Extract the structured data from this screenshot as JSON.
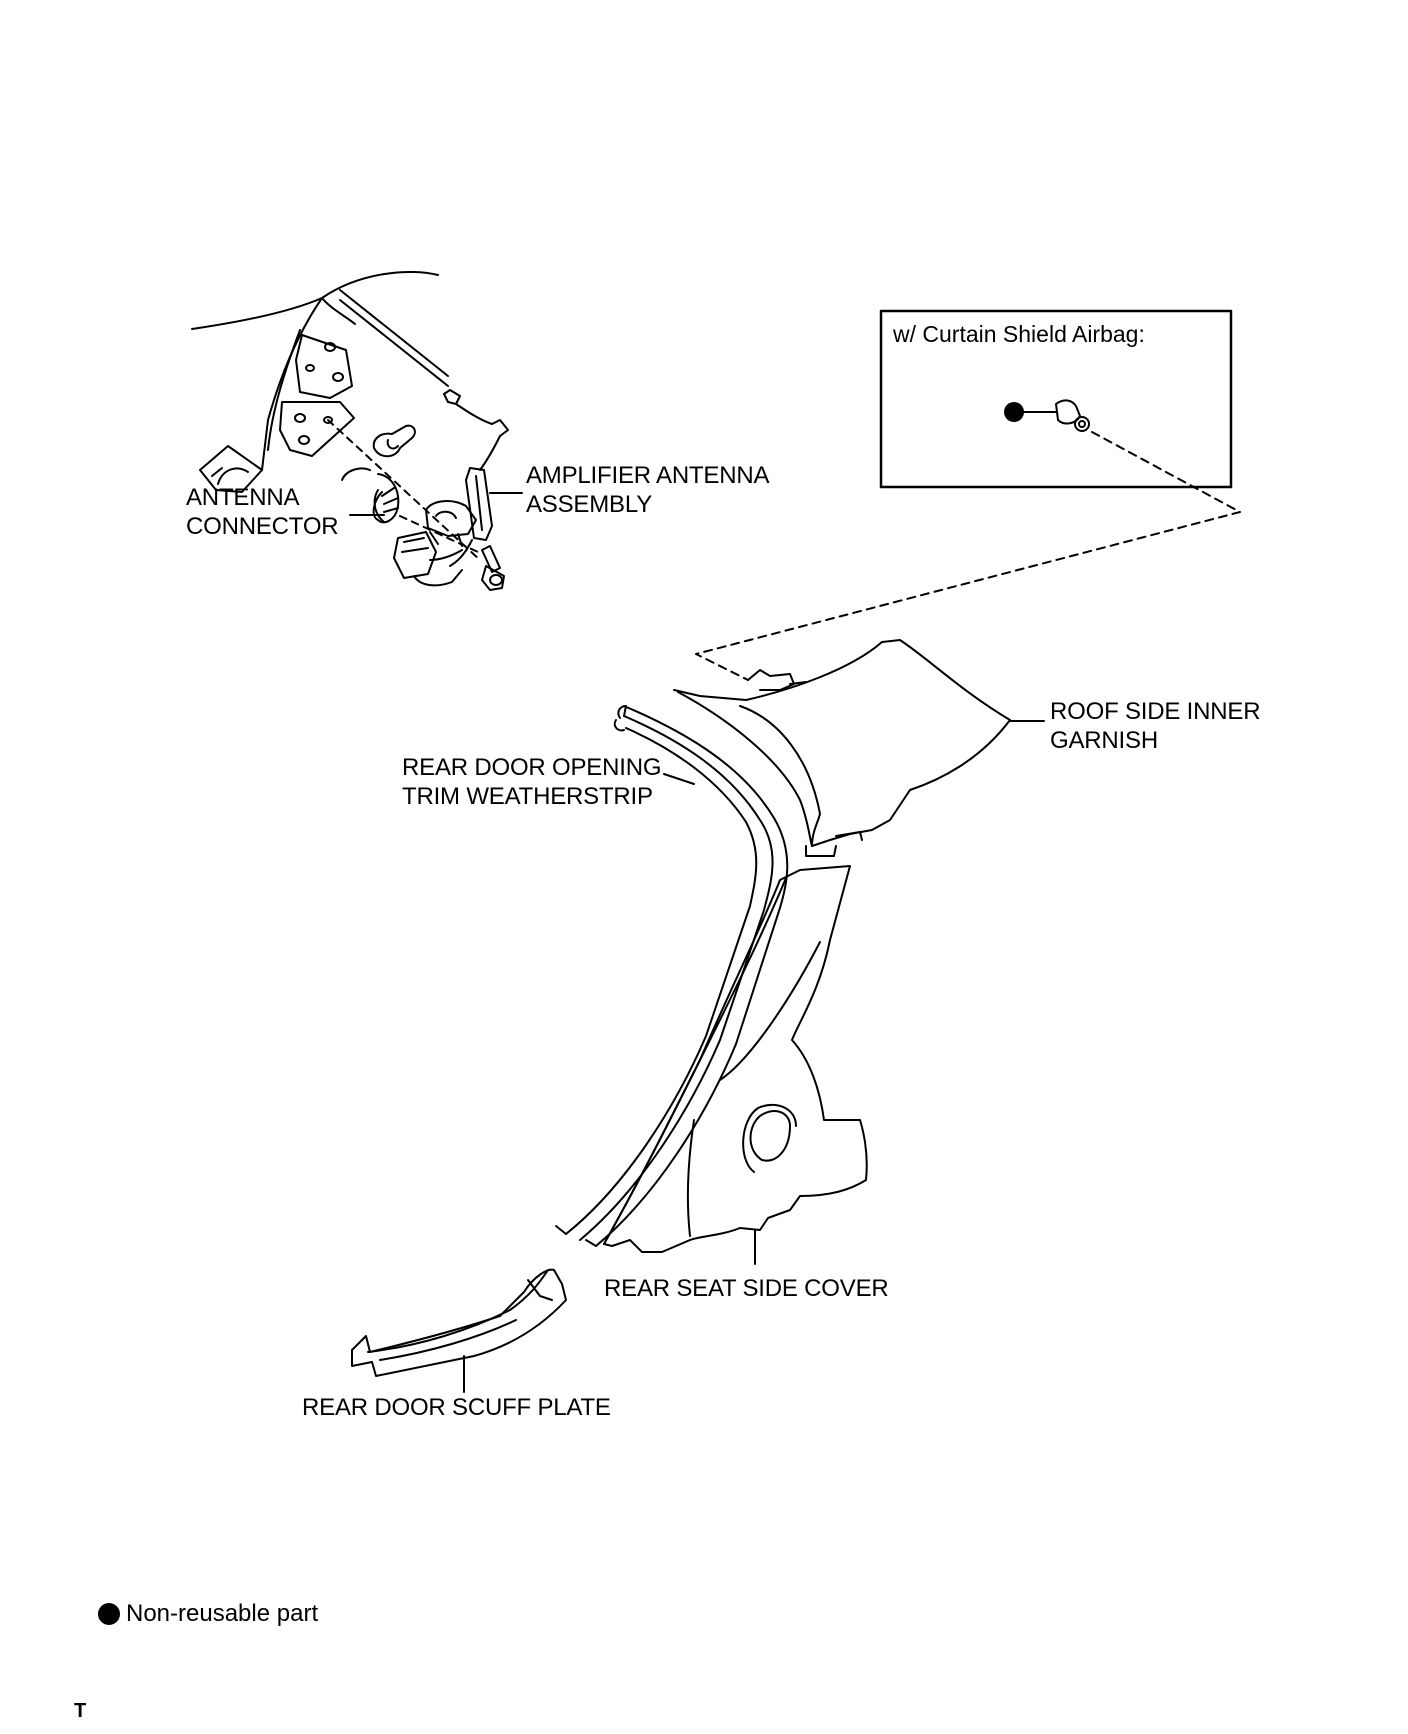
{
  "inset": {
    "title": "w/ Curtain Shield Airbag:"
  },
  "labels": {
    "antenna_connector": [
      "ANTENNA",
      "CONNECTOR"
    ],
    "amplifier_antenna": [
      "AMPLIFIER ANTENNA",
      "ASSEMBLY"
    ],
    "roof_side_garnish": [
      "ROOF SIDE INNER",
      "GARNISH"
    ],
    "weatherstrip": [
      "REAR DOOR OPENING",
      "TRIM WEATHERSTRIP"
    ],
    "seat_side_cover": "REAR SEAT SIDE COVER",
    "scuff_plate": "REAR DOOR SCUFF PLATE"
  },
  "legend": {
    "text": "Non-reusable part",
    "icon": "filled-circle-icon"
  },
  "corner_mark": "T"
}
